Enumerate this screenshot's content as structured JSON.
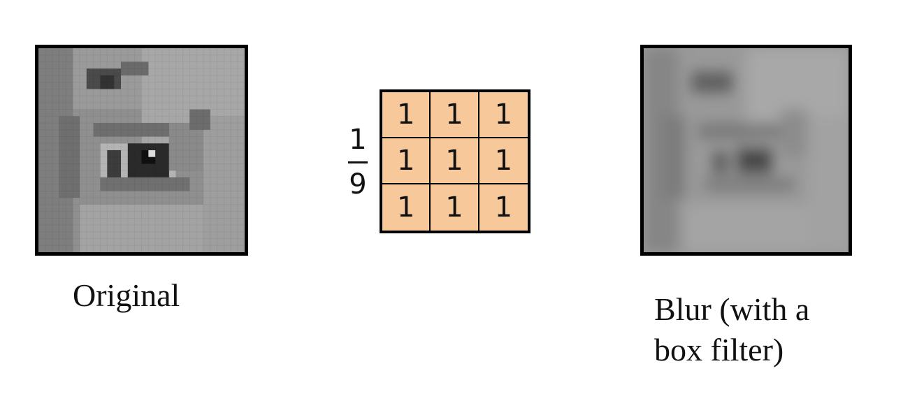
{
  "original": {
    "caption": "Original",
    "image": "pixelated-eye-photo"
  },
  "filter": {
    "scale_numerator": "1",
    "scale_denominator": "9",
    "kernel": [
      [
        "1",
        "1",
        "1"
      ],
      [
        "1",
        "1",
        "1"
      ],
      [
        "1",
        "1",
        "1"
      ]
    ],
    "cell_color": "#f7c89a"
  },
  "blurred": {
    "caption_lines": [
      "Blur (with a",
      "box filter)"
    ],
    "image": "blurred-eye-photo"
  }
}
